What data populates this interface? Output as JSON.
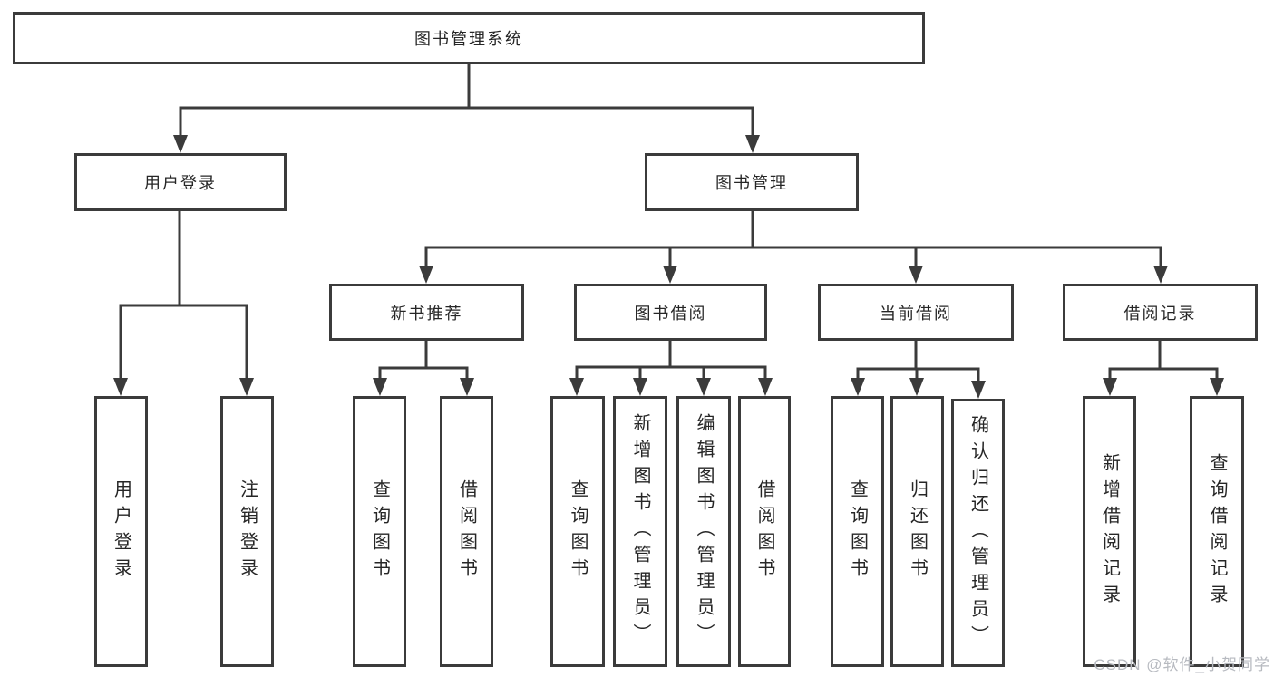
{
  "colors": {
    "line": "#3b3b3b",
    "text": "#262626",
    "background": "#ffffff",
    "watermark": "#b7bac0"
  },
  "watermark": "CSDN @软件_小贺同学",
  "tree": {
    "label": "图书管理系统",
    "children": [
      {
        "label": "用户登录",
        "children": [
          {
            "label": "用户登录"
          },
          {
            "label": "注销登录"
          }
        ]
      },
      {
        "label": "图书管理",
        "children": [
          {
            "label": "新书推荐",
            "children": [
              {
                "label": "查询图书"
              },
              {
                "label": "借阅图书"
              }
            ]
          },
          {
            "label": "图书借阅",
            "children": [
              {
                "label": "查询图书"
              },
              {
                "label": "新增图书（管理员）"
              },
              {
                "label": "编辑图书（管理员）"
              },
              {
                "label": "借阅图书"
              }
            ]
          },
          {
            "label": "当前借阅",
            "children": [
              {
                "label": "查询图书"
              },
              {
                "label": "归还图书"
              },
              {
                "label": "确认归还（管理员）"
              }
            ]
          },
          {
            "label": "借阅记录",
            "children": [
              {
                "label": "新增借阅记录"
              },
              {
                "label": "查询借阅记录"
              }
            ]
          }
        ]
      }
    ]
  }
}
